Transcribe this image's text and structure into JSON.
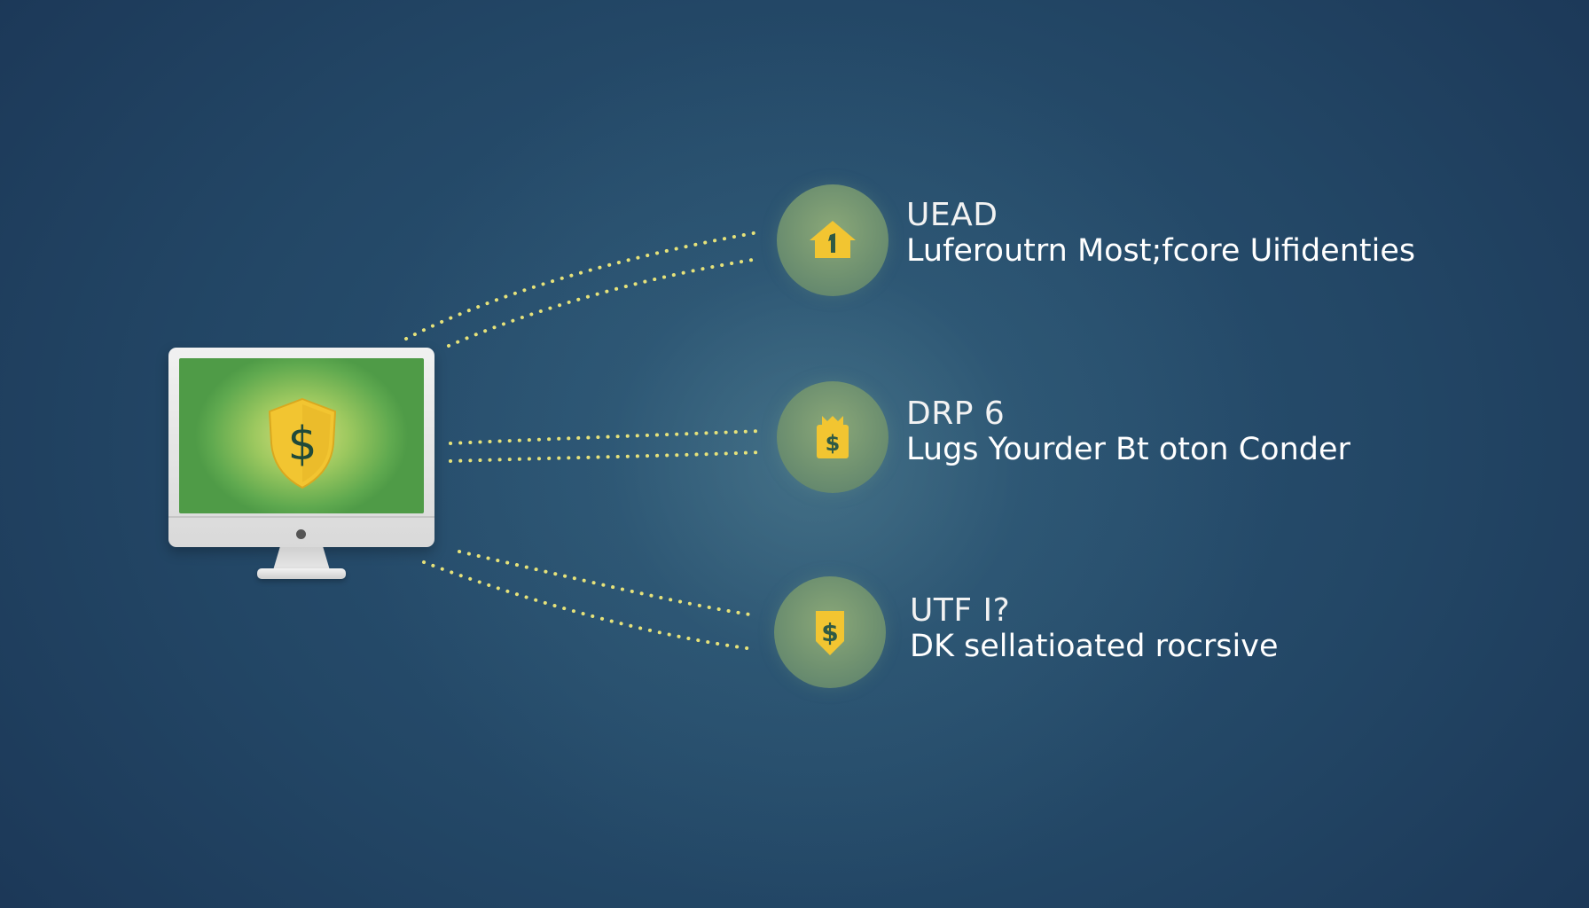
{
  "colors": {
    "background": "#234766",
    "node": "#6f9170",
    "icon": "#f2c531",
    "dots": "#e6e27a",
    "screen": "#5fa94f",
    "text": "#ffffff"
  },
  "monitor": {
    "screen_icon": "shield-dollar-icon"
  },
  "items": [
    {
      "icon": "house-icon",
      "title": "UEAD",
      "desc": "Luferoutrn Most;fcore Uifidenties"
    },
    {
      "icon": "money-bag-icon",
      "title": "DRP 6",
      "desc": "Lugs Yourder Bt oton Conder"
    },
    {
      "icon": "shield-dollar-icon",
      "title": "UTF I?",
      "desc": "DK sellatioated rocrsive"
    }
  ]
}
